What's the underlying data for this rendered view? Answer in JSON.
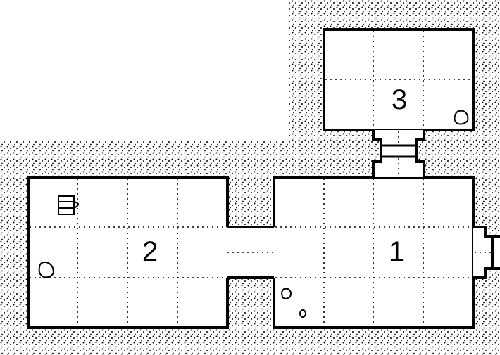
{
  "map": {
    "rooms": [
      {
        "id": "room-1",
        "label": "1"
      },
      {
        "id": "room-2",
        "label": "2"
      },
      {
        "id": "room-3",
        "label": "3"
      }
    ],
    "features": [
      "barrel-icon",
      "boulder-icon",
      "rubble-icon"
    ],
    "colors": {
      "ink": "#000000",
      "floor": "#ffffff"
    }
  }
}
